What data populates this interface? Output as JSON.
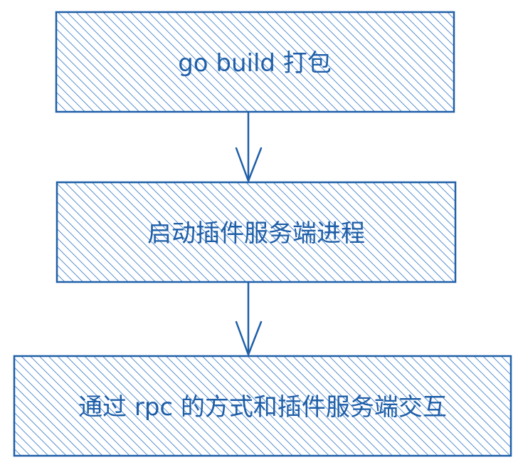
{
  "diagram": {
    "type": "flowchart",
    "style": "hand-drawn hatched boxes",
    "colors": {
      "stroke": "#1f5fa8",
      "hatch": "#2f73c4",
      "text": "#1f5fa8",
      "background": "#ffffff"
    },
    "nodes": [
      {
        "label": "go build 打包"
      },
      {
        "label": "启动插件服务端进程"
      },
      {
        "label": "通过 rpc 的方式和插件服务端交互"
      }
    ],
    "edges": [
      {
        "from": 0,
        "to": 1
      },
      {
        "from": 1,
        "to": 2
      }
    ]
  }
}
